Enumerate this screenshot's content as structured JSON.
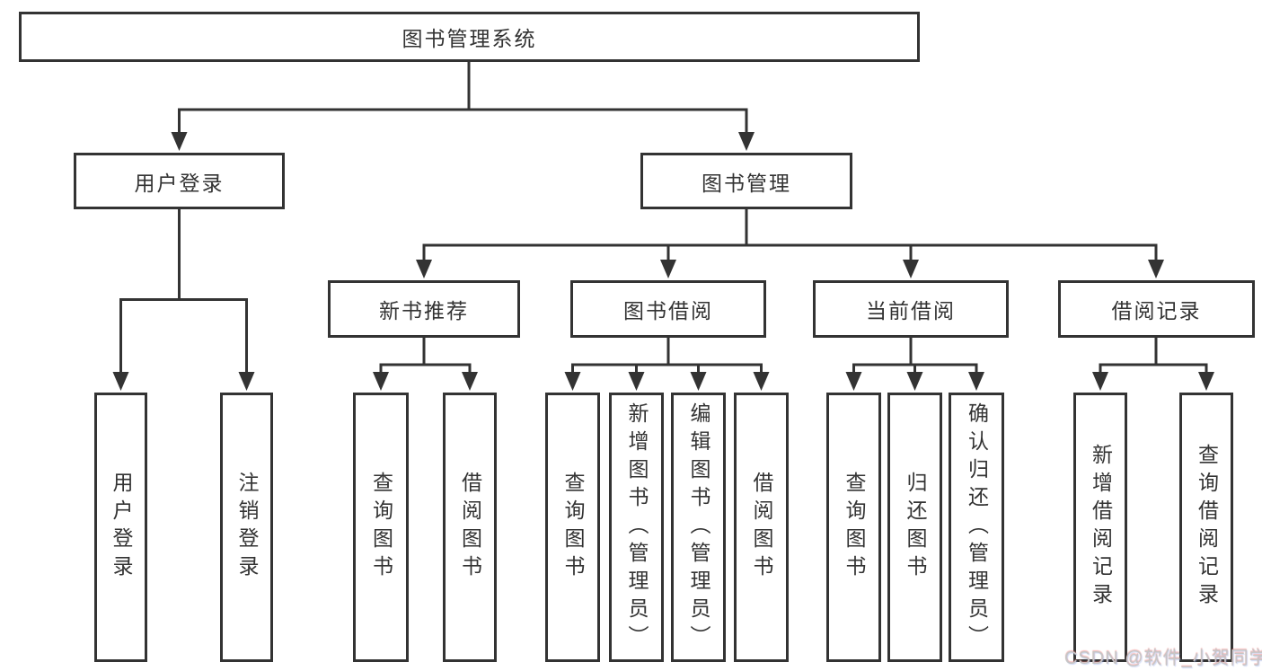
{
  "diagram_title": "图书管理系统",
  "colors": {
    "line": "#333333",
    "text": "#333333",
    "box_background": "#ffffff",
    "watermark": "#c6c6c6"
  },
  "nodes": {
    "root": {
      "label": "图书管理系统"
    },
    "level1": [
      {
        "label": "用户登录"
      },
      {
        "label": "图书管理"
      }
    ],
    "level2": [
      {
        "label": "新书推荐"
      },
      {
        "label": "图书借阅"
      },
      {
        "label": "当前借阅"
      },
      {
        "label": "借阅记录"
      }
    ],
    "leaves": {
      "user": [
        {
          "label": "用户登录"
        },
        {
          "label": "注销登录"
        }
      ],
      "recommend": [
        {
          "label": "查询图书"
        },
        {
          "label": "借阅图书"
        }
      ],
      "borrow": [
        {
          "label": "查询图书"
        },
        {
          "label": "新增图书（管理员）"
        },
        {
          "label": "编辑图书（管理员）"
        },
        {
          "label": "借阅图书"
        }
      ],
      "current": [
        {
          "label": "查询图书"
        },
        {
          "label": "归还图书"
        },
        {
          "label": "确认归还（管理员）"
        }
      ],
      "records": [
        {
          "label": "新增借阅记录"
        },
        {
          "label": "查询借阅记录"
        }
      ]
    }
  },
  "watermark": {
    "text": "CSDN @软件_小贺同学"
  }
}
